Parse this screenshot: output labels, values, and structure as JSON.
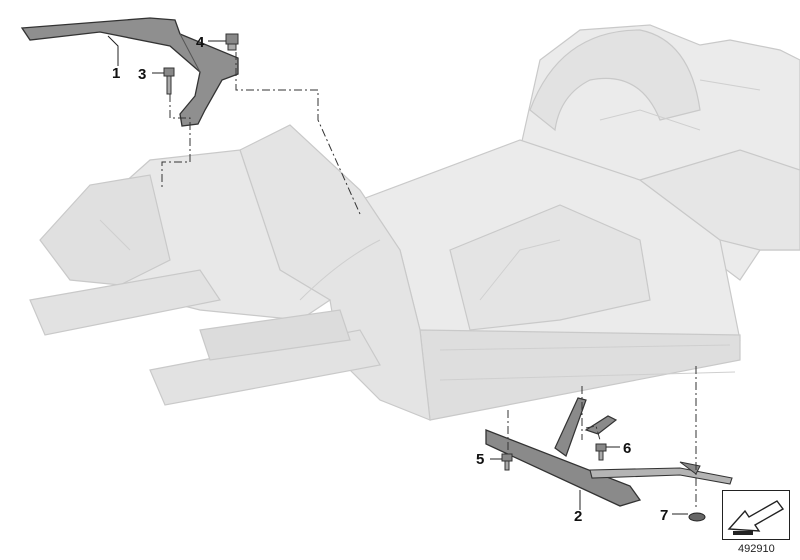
{
  "diagram": {
    "callouts": [
      {
        "id": "c1",
        "number": "1"
      },
      {
        "id": "c2",
        "number": "2"
      },
      {
        "id": "c3",
        "number": "3"
      },
      {
        "id": "c4",
        "number": "4"
      },
      {
        "id": "c5",
        "number": "5"
      },
      {
        "id": "c6",
        "number": "6"
      },
      {
        "id": "c7",
        "number": "7"
      }
    ],
    "diagram_number": "492910",
    "colors": {
      "body_fill": "#e9e9e9",
      "body_line": "#c8c8c8",
      "part_fill": "#8c8c8c",
      "part_line": "#333333",
      "leader": "#222222"
    },
    "icons": {
      "legend": "arrow-legend-icon"
    }
  }
}
